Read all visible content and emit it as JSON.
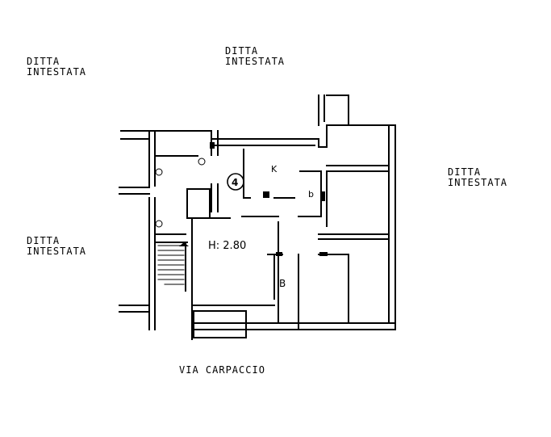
{
  "labels": {
    "neighbor_top_left": [
      "DITTA",
      "INTESTATA"
    ],
    "neighbor_top_center": [
      "DITTA",
      "INTESTATA"
    ],
    "neighbor_right": [
      "DITTA",
      "INTESTATA"
    ],
    "neighbor_left": [
      "DITTA",
      "INTESTATA"
    ],
    "street": "VIA CARPACCIO"
  },
  "rooms": {
    "kitchen": "K",
    "bath_small": "b",
    "bath": "B",
    "ceiling_height": "H: 2.80",
    "unit_number": "4"
  }
}
